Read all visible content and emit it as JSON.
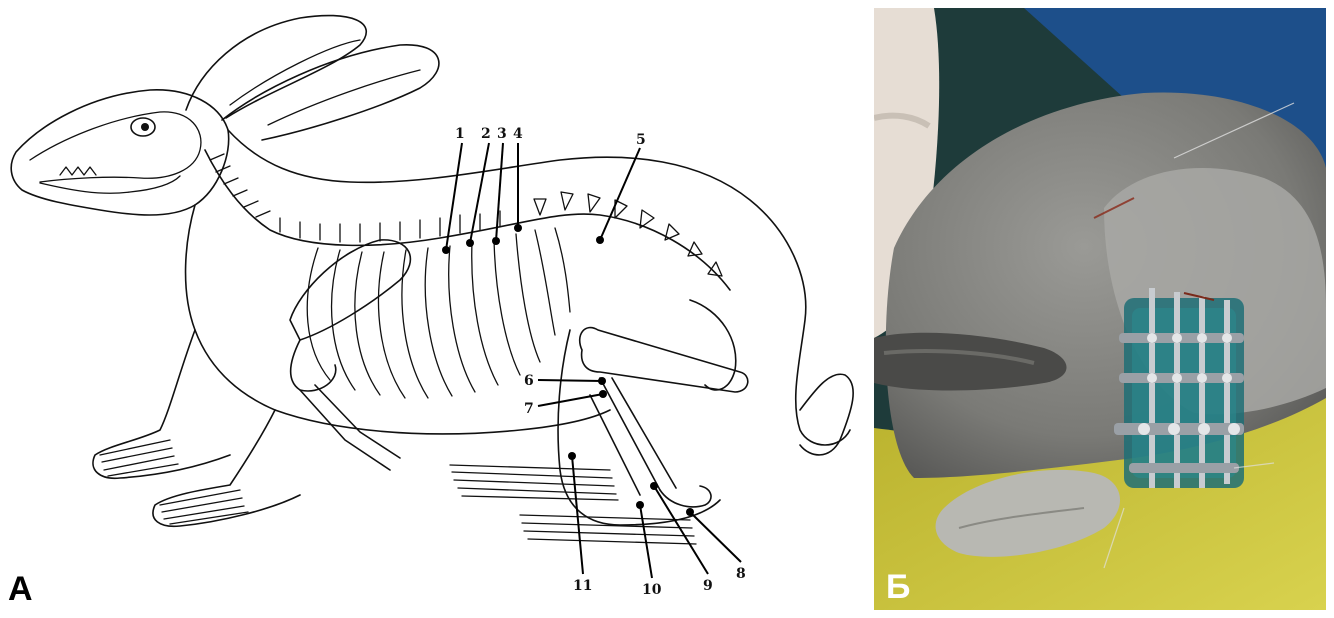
{
  "figure": {
    "panel_a": {
      "letter": "А",
      "callouts": [
        "1",
        "2",
        "3",
        "4",
        "5",
        "6",
        "7",
        "8",
        "9",
        "10",
        "11"
      ]
    },
    "panel_b": {
      "letter": "Б"
    }
  },
  "colors": {
    "line": "#111111",
    "fur_grey": "#8e8e8a",
    "fixator_teal": "#1f6e75",
    "drape_yellow": "#c9c23a",
    "drape_blue": "#1d4f8a",
    "glove": "#e8e0d8"
  }
}
